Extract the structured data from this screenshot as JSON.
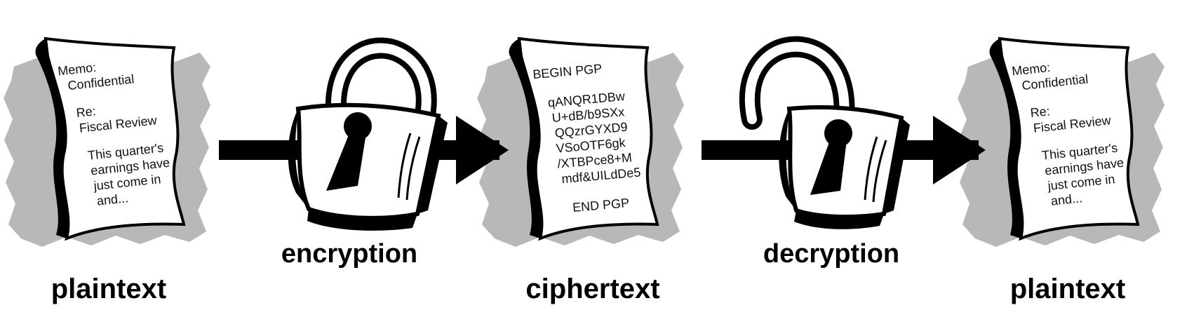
{
  "stages": [
    {
      "label": "plaintext",
      "lines": [
        "Memo:",
        "Confidential",
        "",
        "Re:",
        "Fiscal Review",
        "",
        "This quarter's",
        "earnings have",
        "just come in",
        "and..."
      ]
    },
    {
      "label": "ciphertext",
      "lines": [
        "BEGIN PGP",
        "",
        "qANQR1DBw",
        "U+dB/b9SXx",
        "QQzrGYXD9",
        "VSoOTF6gk",
        "/XTBPce8+M",
        "mdf&UILdDe5",
        "",
        "END PGP"
      ]
    },
    {
      "label": "plaintext",
      "lines": [
        "Memo:",
        "Confidential",
        "",
        "Re:",
        "Fiscal Review",
        "",
        "This quarter's",
        "earnings have",
        "just come in",
        "and..."
      ]
    }
  ],
  "processes": [
    {
      "label": "encryption",
      "icon": "closed-padlock-icon"
    },
    {
      "label": "decryption",
      "icon": "open-padlock-icon"
    }
  ],
  "colors": {
    "shadow": "#b8b8b8",
    "ink": "#000000",
    "paper": "#ffffff"
  }
}
